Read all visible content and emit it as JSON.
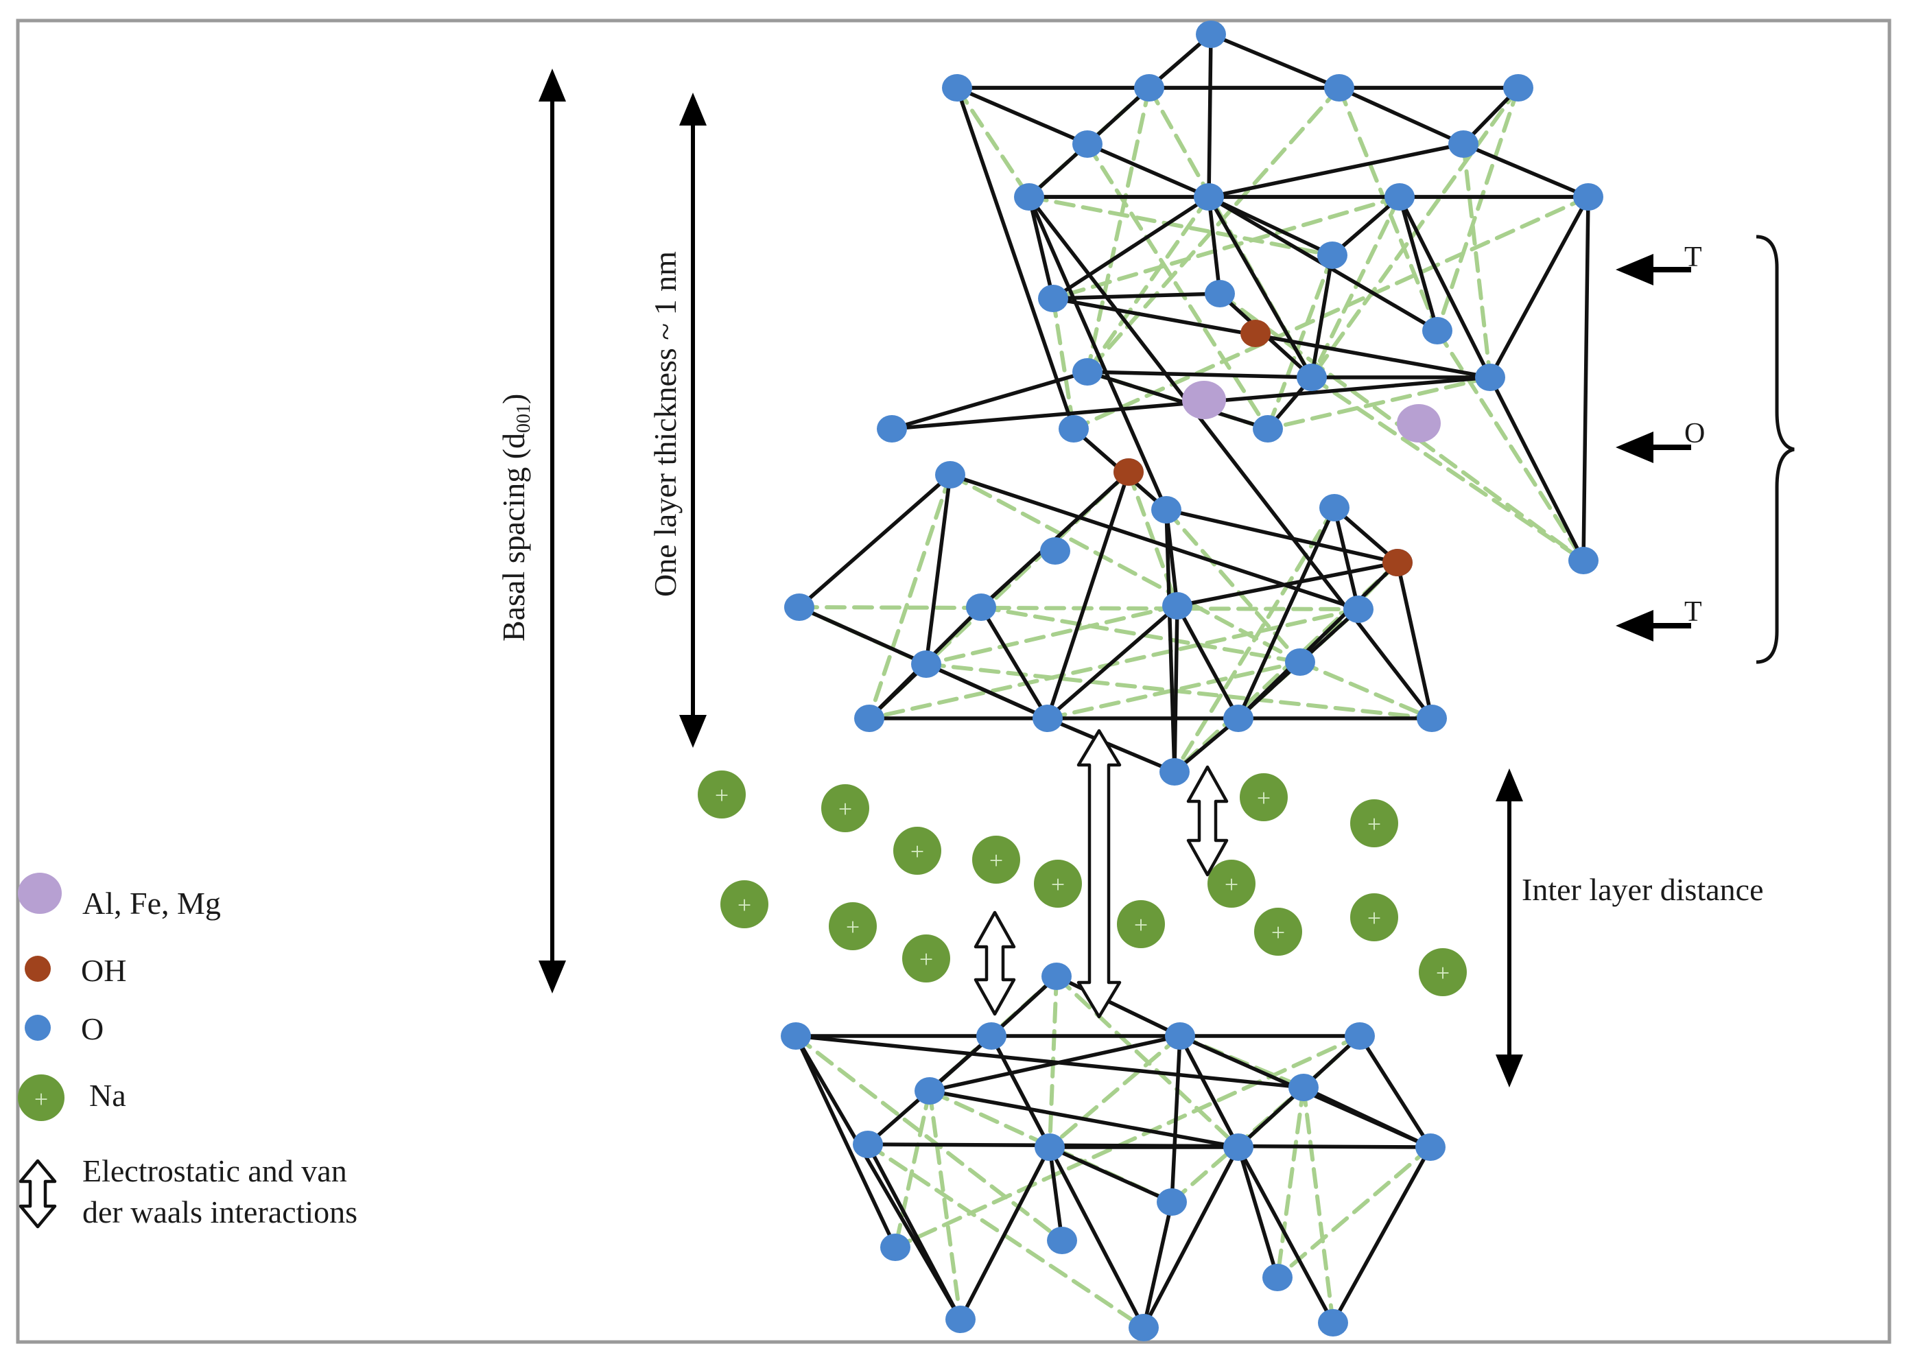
{
  "labels": {
    "basal_spacing": "Basal spacing (d",
    "basal_spacing_subscript": "001",
    "basal_spacing_close": ")",
    "layer_thickness": "One layer thickness ~ 1 nm",
    "interlayer_distance": "Inter layer distance",
    "tetra_top": "T",
    "octa": "O",
    "tetra_bottom": "T"
  },
  "legend": {
    "metal": "Al, Fe, Mg",
    "hydroxyl": "OH",
    "oxygen": "O",
    "sodium": "Na",
    "interaction_line1": "Electrostatic and van",
    "interaction_line2": "der waals interactions"
  },
  "colors": {
    "oxygen": "#4a86cf",
    "hydroxyl": "#a0431d",
    "metal": "#b7a0d2",
    "sodium": "#6a9a3a",
    "hidden_bond": "#a8d08d",
    "bond": "#111111"
  },
  "symbols": {
    "cation_sign": "+"
  }
}
